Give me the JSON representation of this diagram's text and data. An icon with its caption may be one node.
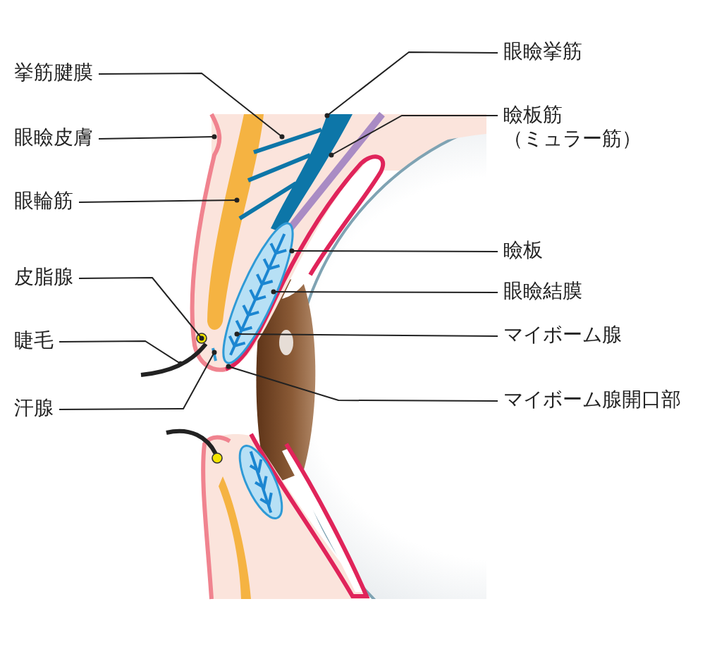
{
  "diagram": {
    "nodes": [
      {
        "text": [
          "挙筋腱膜"
        ]
      },
      {
        "text": [
          "眼瞼皮膚"
        ]
      },
      {
        "text": [
          "眼輪筋"
        ]
      },
      {
        "text": [
          "皮脂腺"
        ]
      },
      {
        "text": [
          "睫毛"
        ]
      },
      {
        "text": [
          "汗腺"
        ]
      },
      {
        "text": [
          "眼瞼挙筋"
        ]
      },
      {
        "text": [
          "瞼板筋",
          "（ミュラー筋）"
        ]
      },
      {
        "text": [
          "瞼板"
        ]
      },
      {
        "text": [
          "眼瞼結膜"
        ]
      },
      {
        "text": [
          "マイボーム腺"
        ]
      },
      {
        "text": [
          "マイボーム腺開口部"
        ]
      }
    ],
    "edges": [
      {
        "from": 0,
        "to": null,
        "arrow": "other"
      },
      {
        "from": 1,
        "to": null,
        "arrow": "other"
      },
      {
        "from": 2,
        "to": null,
        "arrow": "other"
      },
      {
        "from": 3,
        "to": null,
        "arrow": "other"
      },
      {
        "from": 4,
        "to": null,
        "arrow": "other"
      },
      {
        "from": 5,
        "to": null,
        "arrow": "other"
      },
      {
        "from": 6,
        "to": null,
        "arrow": "other"
      },
      {
        "from": 7,
        "to": null,
        "arrow": "other"
      },
      {
        "from": 8,
        "to": null,
        "arrow": "other"
      },
      {
        "from": 9,
        "to": null,
        "arrow": "other"
      },
      {
        "from": 10,
        "to": null,
        "arrow": "other"
      },
      {
        "from": 11,
        "to": null,
        "arrow": "other"
      }
    ]
  }
}
